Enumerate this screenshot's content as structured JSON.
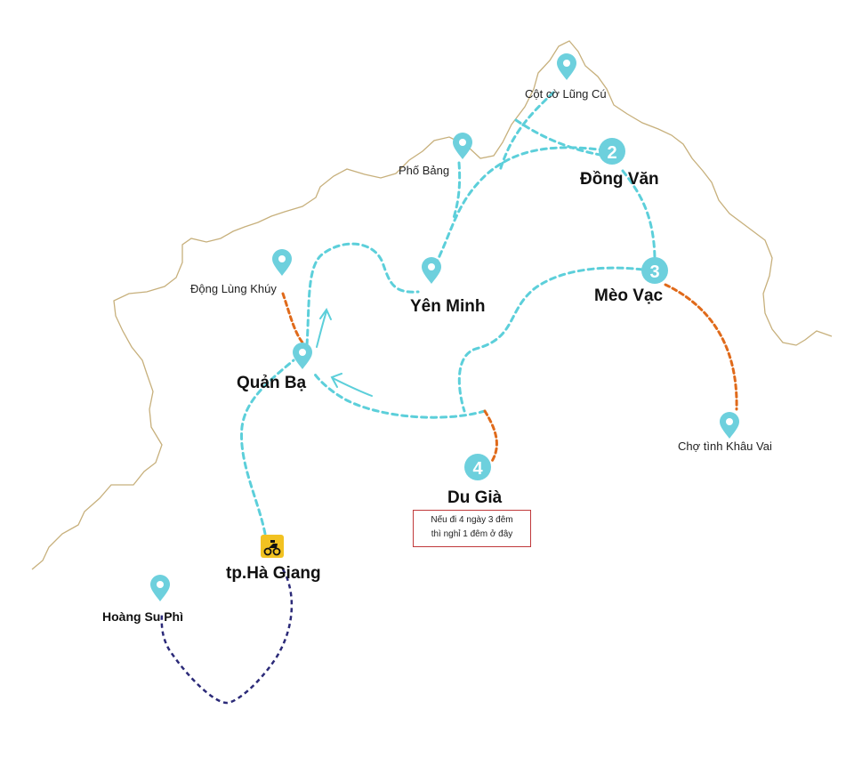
{
  "colors": {
    "border": "#c7b07c",
    "route": "#5ccfda",
    "side_route_orange": "#e06a1a",
    "side_route_navy": "#2b2a78",
    "pin": "#6dd0dd",
    "stop_number": "#6dd0dd",
    "note_border": "#c0393b",
    "start_icon": "#f2c221"
  },
  "places": {
    "lung_cu": "Cột cờ Lũng Cú",
    "pho_bang": "Phố Bảng",
    "dong_van": "Đồng Văn",
    "meo_vac": "Mèo Vạc",
    "yen_minh": "Yên Minh",
    "dong_lung_khuy": "Động Lùng Khúy",
    "quan_ba": "Quản Bạ",
    "cho_tinh_khau_vai": "Chợ tình Khâu Vai",
    "du_gia": "Du Già",
    "ha_giang": "tp.Hà Giang",
    "hoang_su_phi": "Hoàng Su Phì"
  },
  "stops": {
    "dong_van": "2",
    "meo_vac": "3",
    "du_gia": "4"
  },
  "note": {
    "line1": "Nếu đi 4 ngày 3 đêm",
    "line2": "thì nghỉ 1 đêm ở đây"
  },
  "icons": {
    "pin": "map-pin-icon",
    "start": "motorbike-icon"
  }
}
